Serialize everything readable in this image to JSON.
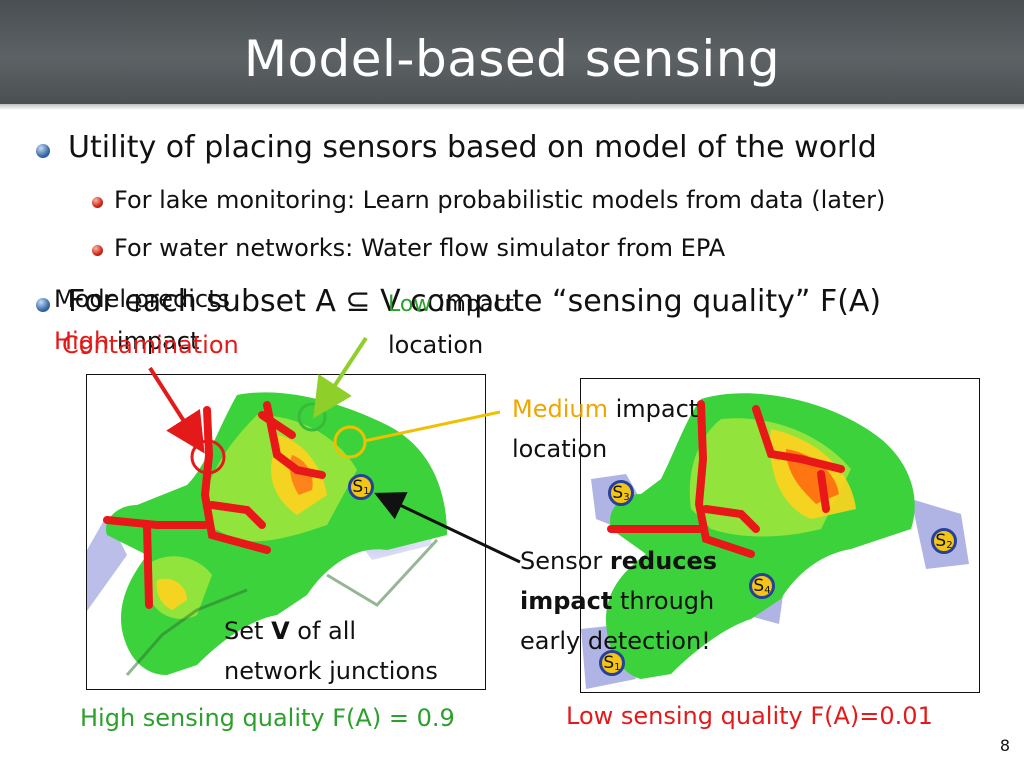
{
  "title": "Model-based sensing",
  "bullets": {
    "main1": "Utility of placing sensors based on model of the world",
    "sub1": "For lake monitoring: Learn probabilistic models from data (later)",
    "sub2": "For water networks: Water flow simulator from EPA",
    "main2": "For each subset A ⊆ V compute “sensing quality” F(A)"
  },
  "annotations": {
    "model_predicts": "Model predicts",
    "high": "High",
    "impact": "impact",
    "contamination": "Contamination",
    "low": "Low",
    "low_impact": "impact",
    "low_location": "location",
    "medium": "Medium",
    "medium_impact": "impact",
    "medium_location": "location",
    "sensor": "Sensor",
    "reduces": "reduces",
    "impact_bold": "impact",
    "through": "through",
    "early_detection": "early detection!",
    "set": "Set",
    "set_v": "V",
    "of_all": "of all",
    "network_junctions": "network junctions"
  },
  "captions": {
    "left": "High sensing quality F(A) = 0.9",
    "right": "Low sensing quality F(A)=0.01"
  },
  "sensors": {
    "left": [
      {
        "letter": "S",
        "index": "1"
      }
    ],
    "right": [
      {
        "letter": "S",
        "index": "3"
      },
      {
        "letter": "S",
        "index": "2"
      },
      {
        "letter": "S",
        "index": "4"
      },
      {
        "letter": "S",
        "index": "1"
      }
    ]
  },
  "page_number": "8",
  "colors": {
    "title_bar": "#555a5d",
    "high_red": "#e41a1a",
    "low_green": "#2ca02c",
    "medium_orange": "#f0a500",
    "sensor_fill": "#f3c516",
    "sensor_ring": "#27409a"
  }
}
